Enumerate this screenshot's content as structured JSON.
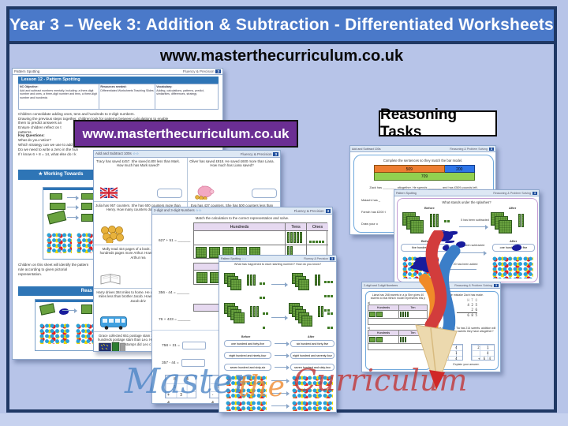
{
  "colors": {
    "banner_blue": "#4a79c9",
    "frame_navy": "#1f3864",
    "page_bg": "#b7c4e8",
    "purple_banner_bg": "#6b2e93",
    "sheet_band_blue": "#2e75b6",
    "bar_orange": "#ed7d31",
    "bar_blue": "#2e75e8",
    "bar_green": "#92d050",
    "block_green": "#69a23f",
    "counter_red": "#e42222",
    "counter_yellow": "#f2dc00",
    "counter_blue": "#28a0dc",
    "splash_navy": "#181c9c",
    "watermark_blue": "#4e86c6",
    "watermark_orange": "#ee8a30",
    "watermark_red": "#c23636"
  },
  "slide": {
    "title": "Year 3 – Week 3: Addition & Subtraction - Differentiated Worksheets",
    "site_url": "www.masterthecurriculum.co.uk",
    "purple_banner": "www.masterthecurriculum.co.uk",
    "reasoning_label": "Reasoning Tasks"
  },
  "watermark": {
    "word1": "Master",
    "word2": "the",
    "word3": "Curriculum"
  },
  "lesson_sheet": {
    "header_left": "Pattern Spotting",
    "header_right": "Fluency & Precision",
    "badge": "3",
    "lesson_banner": "Lesson 12 - Pattern Spotting",
    "nc_title": "NC Objective:",
    "nc_body": "Add and subtract numbers mentally, including: a three-digit number and ones, a three-digit number and tens, a three-digit number and hundreds",
    "res_title": "Resources needed:",
    "res_body": "Differentiated Worksheets Teaching Slides",
    "vocab_title": "Vocabulary:",
    "vocab_body": "Adding, calculations, patterns, predict, similarities, differences, strategy",
    "summary1": "Children consolidate adding ones, tens and hundreds to 3-digit numbers.",
    "summary2": "Drawing the previous steps together, children look for patterns between calculations to enable",
    "summary3": "them to predict answers an",
    "summary4": "Ensure children reflect on t",
    "summary5": "patterns.",
    "kq_title": "Key Questions:",
    "kq1": "What do you notice?",
    "kq2": "Which strategy can we use to add thes",
    "kq3": "Do we need to write a zero in the hun",
    "kq4": "If I know 6 + 8 = 14, what else do I k",
    "band_working": "★  Working Towards",
    "band_working_star2": "★",
    "note_left": "Children on this sheet will identify the pattern rule according to given pictorial representation.",
    "note_right": "Ch the giv",
    "band_reasoning": "Reas"
  },
  "fluency_100s": {
    "header_left": "Add and Subtract 100s",
    "stars": "☆☆",
    "header_right": "Fluency & Precision",
    "badge": "3",
    "p_tracy": "Tracy has saved £457. She saved £400 less than Mark. How much has Mark saved?",
    "p_oliver": "Oliver has saved £918. He saved £600 more than Liana. How much has Liana saved?",
    "p_julia": "Julia has 957 counters. She has 600 counters more than Henry. How many counters does Henry ha",
    "p_eva": "Eva has 437 counters. She has 500 counters less than Isla.",
    "p_molly": "Molly read 424 pages of a book. She read three hundreds pages more Arthur. How many pages did Arthur rea",
    "p_harry": "Harry drives 384 miles to home. He drives one hundred miles less than brother Jacob. How many miles does Jacob driv",
    "p_grace": "Grace collected 651 postage stam She collected five hundreds postage stam than Leo. How many postage stamps did Leo c"
  },
  "fluency_23": {
    "header_left": "2-digit and 3-digit Numbers",
    "stars": "☆☆",
    "header_right": "Fluency & Precision",
    "badge": "3",
    "instruction": "Match the calculation to the correct representation and solve.",
    "col_hundreds": "Hundreds",
    "col_tens": "Tens",
    "col_ones": "Ones",
    "calc1": "627 + 51 = ______",
    "calc2": "356 - 44 = ______",
    "calc3": "76 + 423 = ______",
    "section2": "Represent the calculatio",
    "calc4": "758 + 31 =",
    "calc5": "73 + 62",
    "calc6": "357 - 44 =",
    "calc7": "853 - 4",
    "grid1_r1": "8 4 5",
    "grid1_r2": "+ 3 4",
    "grid2_r1": "8 4 5",
    "grid2_r2": "- 3 4"
  },
  "fluency_pattern": {
    "header_left": "Pattern Spotting",
    "stars": "☆☆",
    "header_right": "Fluency & Precision",
    "badge": "3",
    "question": "What has happened to each starting number? How do you know?",
    "before": "Before",
    "after": "After",
    "rows": [
      {
        "before": "one hundred and forty-five",
        "after": "six hundred and forty-five"
      },
      {
        "before": "eight hundred and ninety-four",
        "after": "eight hundred and seventy-four"
      },
      {
        "before": "seven hundred and sixty-six",
        "after": "seven hundred and sixty-two"
      }
    ]
  },
  "reasoning_100s": {
    "header_left": "Add and Subtract 100s",
    "header_right": "Reasoning & Problem Solving",
    "badge": "3",
    "instruction": "Complete the sentences so they match the bar model.",
    "bar_509": "509",
    "bar_200": "200",
    "bar_709": "709",
    "s1": "Zack has ________ altogether. He spends ________ and has £509 pounds left.",
    "s2": "Malachi has _",
    "s3": "Farrah has £200 t",
    "s4": "Draw your o"
  },
  "reasoning_pattern": {
    "header_left": "Pattern Spotting",
    "header_right": "Reasoning & Problem Solving",
    "badge": "3",
    "question": "What stands under the splashes?",
    "before": "Before",
    "after": "After",
    "note_sub": "5 has been subtracted",
    "text_before": "five hundred and thir",
    "text_mid": "has been subtracted",
    "text_after_a": "one hundred one",
    "text_after_b": "five",
    "note_add": "20 has been added"
  },
  "reasoning_23": {
    "header_left": "2-digit and 3-digit Numbers",
    "header_right": "Reasoning & Problem Solving",
    "badge": "3",
    "q1": "Liana has 268 sweets in a ja She gives 40 sweets to Mal Which model represents this p",
    "label_a": "a)",
    "label_b": "b)",
    "col_hundreds": "Hundreds",
    "col_tens": "Ten",
    "q2": "the mistake Zach has made.",
    "hto": "H  T  O",
    "sum1": "4 2 5",
    "sum2": "2 6",
    "sum3": "6 8 5",
    "q3": "has 64 sweets. Tia has 214 sweets. addition will find how many sweets they have altogether?",
    "gA_r1": "6 4",
    "gA_r2": "2 1 4",
    "gB_r1": "2 1 4",
    "gB_r2": "+ 6 4",
    "explain": "Explain your answer."
  }
}
